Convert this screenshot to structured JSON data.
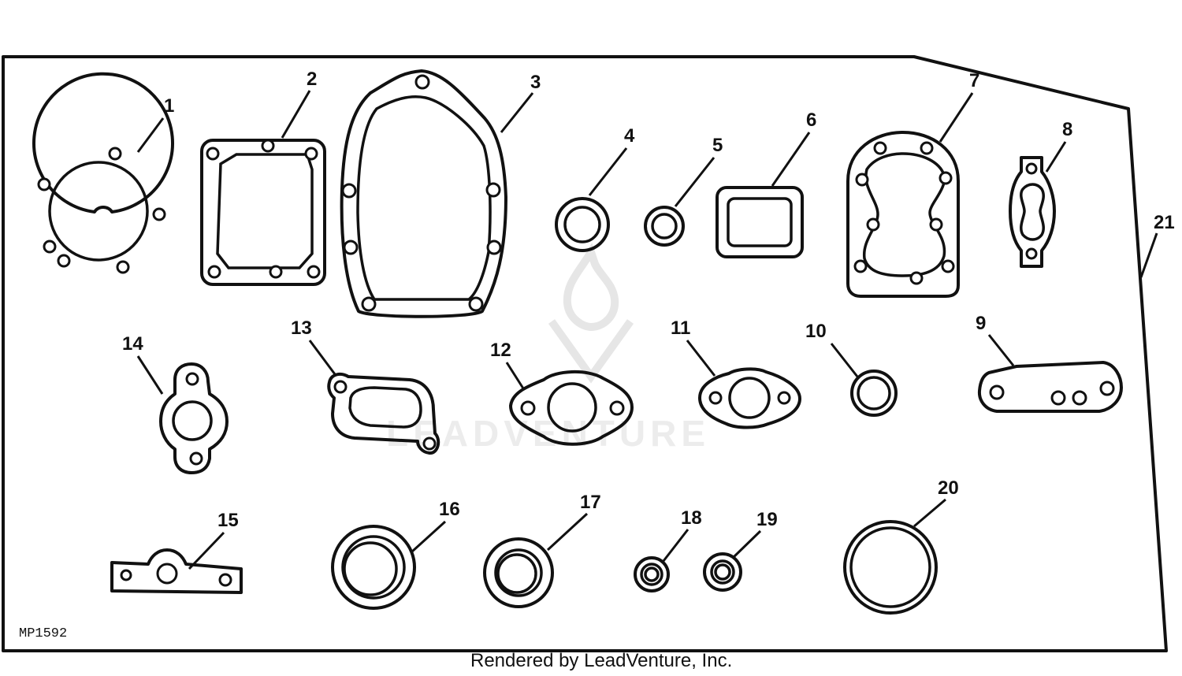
{
  "diagram_code": "MP1592",
  "footer_credit": "Rendered by LeadVenture, Inc.",
  "watermark_text": "LEADVENTURE",
  "callouts": [
    "1",
    "2",
    "3",
    "4",
    "5",
    "6",
    "7",
    "8",
    "9",
    "10",
    "11",
    "12",
    "13",
    "14",
    "15",
    "16",
    "17",
    "18",
    "19",
    "20",
    "21"
  ]
}
